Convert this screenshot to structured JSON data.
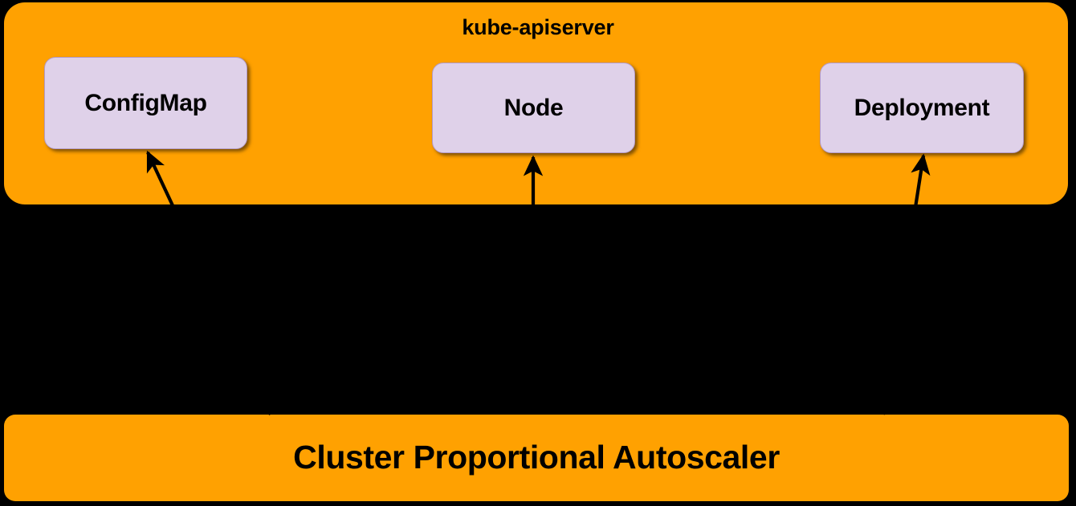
{
  "diagram": {
    "type": "architecture-diagram",
    "background_color": "#000000",
    "panels": {
      "apiserver": {
        "title": "kube-apiserver",
        "fill_color": "#FFA101",
        "title_color": "#000000"
      },
      "autoscaler": {
        "title": "Cluster Proportional Autoscaler",
        "fill_color": "#FFA101",
        "title_color": "#000000"
      }
    },
    "resources": [
      {
        "id": "configmap",
        "label": "ConfigMap",
        "fill_color": "#DFD1E9",
        "border_color": "#B49BC8"
      },
      {
        "id": "node",
        "label": "Node",
        "fill_color": "#DFD1E9",
        "border_color": "#B49BC8"
      },
      {
        "id": "deployment",
        "label": "Deployment",
        "fill_color": "#DFD1E9",
        "border_color": "#B49BC8"
      }
    ],
    "connections": [
      {
        "id": "autoscaler-to-configmap",
        "from": "Cluster Proportional Autoscaler",
        "to": "ConfigMap",
        "direction": "up",
        "color": "#000000"
      },
      {
        "id": "autoscaler-to-node",
        "from": "Cluster Proportional Autoscaler",
        "to": "Node",
        "direction": "up",
        "color": "#000000"
      },
      {
        "id": "autoscaler-to-deployment",
        "from": "Cluster Proportional Autoscaler",
        "to": "Deployment",
        "direction": "up",
        "color": "#000000"
      }
    ]
  }
}
